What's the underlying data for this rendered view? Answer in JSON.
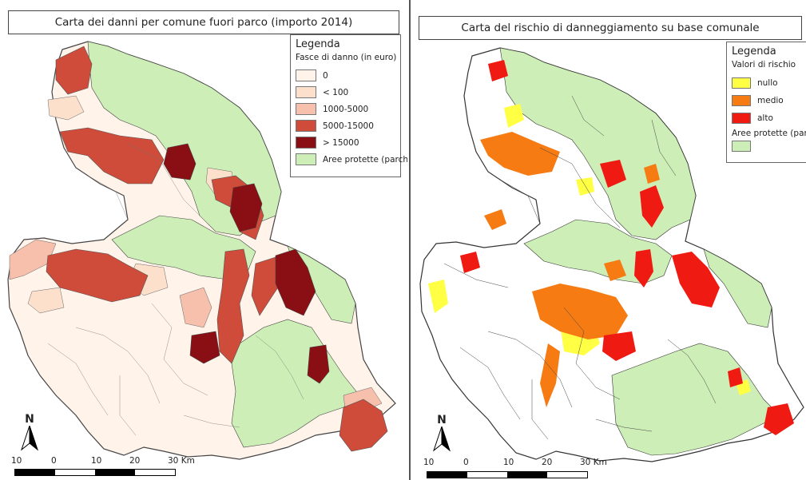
{
  "colors": {
    "park": "#cdeeb6",
    "damage_0": "#fff3ea",
    "damage_lt100": "#fde0cc",
    "damage_1000_5000": "#f7c0ad",
    "damage_5000_15000": "#cf4b3a",
    "damage_gt15000": "#8a0f14",
    "risk_nullo": "#ffff44",
    "risk_medio": "#f57b12",
    "risk_alto": "#ef1a12",
    "border": "#444444"
  },
  "left_map": {
    "title": "Carta dei danni per comune fuori parco (importo 2014)",
    "legend": {
      "title": "Legenda",
      "subtitle": "Fasce di danno (in euro)",
      "items": [
        {
          "label": "0",
          "color_key": "damage_0"
        },
        {
          "label": "< 100",
          "color_key": "damage_lt100"
        },
        {
          "label": "1000-5000",
          "color_key": "damage_1000_5000"
        },
        {
          "label": "5000-15000",
          "color_key": "damage_5000_15000"
        },
        {
          "label": "> 15000",
          "color_key": "damage_gt15000"
        },
        {
          "label": "Aree protette (parchi)",
          "color_key": "park"
        }
      ]
    },
    "north_label": "N",
    "scale_labels": [
      "10",
      "0",
      "10",
      "20",
      "30 Km"
    ]
  },
  "right_map": {
    "title": "Carta del rischio di danneggiamento su base comunale",
    "legend": {
      "title": "Legenda",
      "subtitle": "Valori di rischio",
      "items": [
        {
          "label": "nullo",
          "color_key": "risk_nullo"
        },
        {
          "label": "medio",
          "color_key": "risk_medio"
        },
        {
          "label": "alto",
          "color_key": "risk_alto"
        }
      ],
      "parks_label": "Aree protette (parchi)"
    },
    "north_label": "N",
    "scale_labels": [
      "10",
      "0",
      "10",
      "20",
      "30 Km"
    ]
  }
}
